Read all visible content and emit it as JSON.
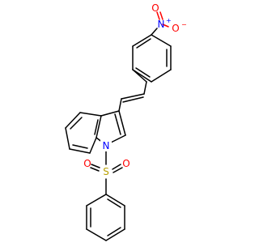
{
  "molecule": {
    "atom_labels": {
      "nitro_n": "N",
      "nitro_n_charge": "+",
      "nitro_o_left": "O",
      "nitro_o_right": "O",
      "nitro_o_charge": "−",
      "indole_n": "N",
      "sulfur": "S",
      "sulfonyl_o_left": "O",
      "sulfonyl_o_right": "O"
    },
    "colors": {
      "bond": "#000000",
      "nitrogen": "#0000ff",
      "oxygen": "#ff0000",
      "sulfur": "#b8a000"
    }
  }
}
